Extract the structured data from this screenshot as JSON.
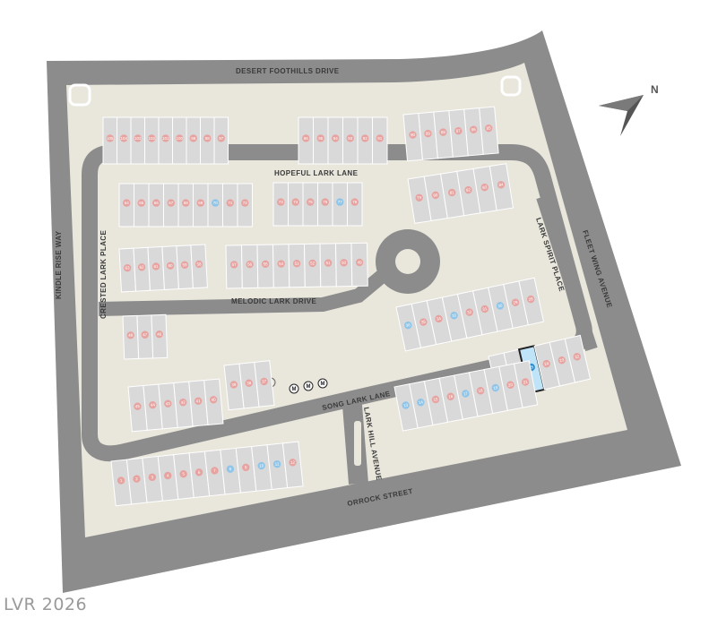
{
  "streets": {
    "desert_foothills": "DESERT FOOTHILLS DRIVE",
    "hopeful_lark": "HOPEFUL LARK LANE",
    "melodic_lark": "MELODIC LARK DRIVE",
    "song_lark": "SONG LARK LANE",
    "lark_spirit": "LARK SPIRIT PLACE",
    "fleet_wing": "FLEET WING AVENUE",
    "kindle_rise": "KINDLE RISE WAY",
    "crested_lark": "CRESTED LARK PLACE",
    "lark_hill": "LARK HILL AVENUE",
    "orrock": "ORROCK STREET"
  },
  "compass": {
    "label": "N"
  },
  "mailbox": {
    "label": "M"
  },
  "watermark": "LVR 2026",
  "colors": {
    "road": "#8c8c8c",
    "land": "#e9e6dc",
    "lot": "#d9d9da",
    "lot_border": "#ffffff",
    "marker_available": "#e7a3a0",
    "marker_highlight": "#8ec5e8",
    "selected_fill": "#bfe3f7",
    "selected_border": "#222222"
  },
  "selected_lot": "25",
  "lot_groups": [
    {
      "id": "row1-west",
      "lots": [
        "105",
        "104",
        "103",
        "102",
        "101",
        "100",
        "99",
        "98",
        "97"
      ],
      "status": [
        "a",
        "a",
        "a",
        "a",
        "a",
        "a",
        "a",
        "a",
        "a"
      ]
    },
    {
      "id": "row1-mid",
      "lots": [
        "96",
        "95",
        "94",
        "93",
        "92",
        "91"
      ],
      "status": [
        "a",
        "a",
        "a",
        "a",
        "a",
        "a"
      ]
    },
    {
      "id": "row1-east",
      "lots": [
        "90",
        "89",
        "88",
        "87",
        "86",
        "85"
      ],
      "status": [
        "a",
        "a",
        "a",
        "a",
        "a",
        "a"
      ]
    },
    {
      "id": "row2-west",
      "lots": [
        "64",
        "65",
        "66",
        "67",
        "68",
        "69",
        "70",
        "71",
        "72"
      ],
      "status": [
        "a",
        "a",
        "a",
        "a",
        "a",
        "a",
        "h",
        "a",
        "a"
      ]
    },
    {
      "id": "row2-mid",
      "lots": [
        "73",
        "74",
        "75",
        "76",
        "77",
        "78"
      ],
      "status": [
        "a",
        "a",
        "a",
        "a",
        "h",
        "a"
      ]
    },
    {
      "id": "row2-east",
      "lots": [
        "79",
        "80",
        "81",
        "82",
        "83",
        "84"
      ],
      "status": [
        "a",
        "a",
        "a",
        "a",
        "a",
        "a"
      ]
    },
    {
      "id": "row3-west",
      "lots": [
        "63",
        "62",
        "61",
        "60",
        "59",
        "58"
      ],
      "status": [
        "a",
        "a",
        "a",
        "a",
        "a",
        "a"
      ]
    },
    {
      "id": "row3-mid",
      "lots": [
        "57",
        "56",
        "55",
        "54",
        "53",
        "52",
        "51",
        "50",
        "49"
      ],
      "status": [
        "a",
        "a",
        "a",
        "a",
        "a",
        "a",
        "a",
        "a",
        "a"
      ]
    },
    {
      "id": "row4-west",
      "lots": [
        "48",
        "47",
        "46"
      ],
      "status": [
        "a",
        "a",
        "a"
      ]
    },
    {
      "id": "row5-west",
      "lots": [
        "45",
        "44",
        "43",
        "42",
        "41",
        "40"
      ],
      "status": [
        "a",
        "a",
        "a",
        "a",
        "a",
        "a"
      ]
    },
    {
      "id": "row5-mid",
      "lots": [
        "39",
        "38",
        "37"
      ],
      "status": [
        "a",
        "a",
        "a"
      ]
    },
    {
      "id": "row6-east",
      "lots": [
        "36",
        "35",
        "34",
        "33",
        "32",
        "31",
        "30",
        "29",
        "28"
      ],
      "status": [
        "h",
        "a",
        "a",
        "h",
        "a",
        "a",
        "h",
        "a",
        "a"
      ]
    },
    {
      "id": "row7-east",
      "lots": [
        "27",
        "26",
        "25",
        "24",
        "23",
        "22"
      ],
      "status": [
        "a",
        "h",
        "s",
        "a",
        "a",
        "a"
      ]
    },
    {
      "id": "row8-lark-hill",
      "lots": [
        "13",
        "14",
        "15",
        "16",
        "17",
        "18",
        "19",
        "20",
        "21"
      ],
      "status": [
        "h",
        "h",
        "a",
        "a",
        "h",
        "a",
        "h",
        "a",
        "a"
      ]
    },
    {
      "id": "row9-south",
      "lots": [
        "1",
        "2",
        "3",
        "4",
        "5",
        "6",
        "7",
        "8",
        "9",
        "10",
        "11",
        "12"
      ],
      "status": [
        "a",
        "a",
        "a",
        "a",
        "a",
        "a",
        "a",
        "h",
        "a",
        "h",
        "h",
        "a"
      ]
    }
  ]
}
